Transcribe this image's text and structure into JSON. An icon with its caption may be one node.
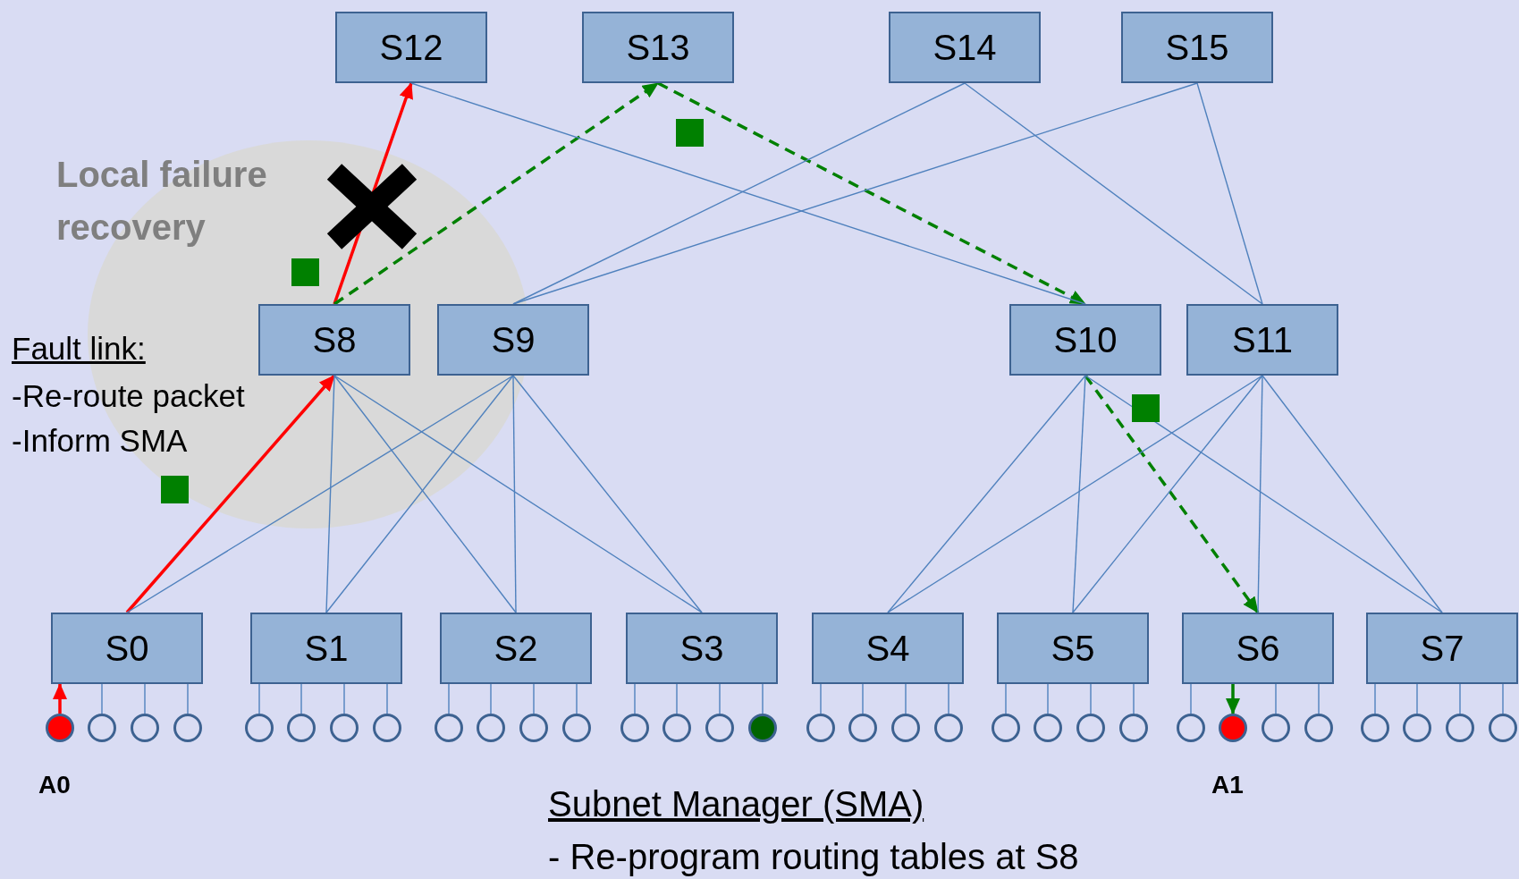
{
  "diagram": {
    "nodes": [
      {
        "text": [
          "S12"
        ]
      },
      {
        "text": [
          "S13"
        ]
      },
      {
        "text": [
          "S14"
        ]
      },
      {
        "text": [
          "S15"
        ]
      },
      {
        "text": [
          "S8"
        ]
      },
      {
        "text": [
          "S9"
        ]
      },
      {
        "text": [
          "S10"
        ]
      },
      {
        "text": [
          "S11"
        ]
      },
      {
        "text": [
          "S0"
        ]
      },
      {
        "text": [
          "S1"
        ]
      },
      {
        "text": [
          "S2"
        ]
      },
      {
        "text": [
          "S3"
        ]
      },
      {
        "text": [
          "S4"
        ]
      },
      {
        "text": [
          "S5"
        ]
      },
      {
        "text": [
          "S6"
        ]
      },
      {
        "text": [
          "S7"
        ]
      },
      {
        "text": [],
        "shape": "circle",
        "beside": [
          "A0"
        ]
      },
      {
        "text": [],
        "shape": "circle"
      },
      {
        "text": [],
        "shape": "circle"
      },
      {
        "text": [],
        "shape": "circle"
      },
      {
        "text": [],
        "shape": "circle"
      },
      {
        "text": [],
        "shape": "circle"
      },
      {
        "text": [],
        "shape": "circle"
      },
      {
        "text": [],
        "shape": "circle"
      },
      {
        "text": [],
        "shape": "circle"
      },
      {
        "text": [],
        "shape": "circle"
      },
      {
        "text": [],
        "shape": "circle"
      },
      {
        "text": [],
        "shape": "circle"
      },
      {
        "text": [],
        "shape": "circle"
      },
      {
        "text": [],
        "shape": "circle"
      },
      {
        "text": [],
        "shape": "circle"
      },
      {
        "text": [],
        "shape": "circle"
      },
      {
        "text": [],
        "shape": "circle"
      },
      {
        "text": [],
        "shape": "circle"
      },
      {
        "text": [],
        "shape": "circle"
      },
      {
        "text": [],
        "shape": "circle"
      },
      {
        "text": [],
        "shape": "circle"
      },
      {
        "text": [],
        "shape": "circle"
      },
      {
        "text": [],
        "shape": "circle"
      },
      {
        "text": [],
        "shape": "circle"
      },
      {
        "text": [],
        "shape": "circle"
      },
      {
        "text": [],
        "shape": "circle",
        "beside": [
          "A1"
        ]
      },
      {
        "text": [],
        "shape": "circle"
      },
      {
        "text": [],
        "shape": "circle"
      },
      {
        "text": [],
        "shape": "circle"
      },
      {
        "text": [],
        "shape": "circle"
      },
      {
        "text": [],
        "shape": "circle"
      },
      {
        "text": [],
        "shape": "circle"
      }
    ],
    "edges": [
      {
        "from": 8,
        "to": 4,
        "arrow": "to",
        "color": "#ff0000"
      },
      {
        "from": 4,
        "to": 0,
        "arrow": "to",
        "color": "#ff0000"
      },
      {
        "from": 4,
        "to": 1,
        "arrow": "to",
        "style": "dashed",
        "color": "#008000"
      },
      {
        "from": 1,
        "to": 6,
        "arrow": "to",
        "style": "dashed",
        "color": "#008000"
      },
      {
        "from": 6,
        "to": 14,
        "arrow": "to",
        "style": "dashed",
        "color": "#008000"
      },
      {
        "from": 16,
        "to": 8,
        "arrow": "to",
        "color": "#ff0000"
      },
      {
        "from": 14,
        "to": 41,
        "arrow": "to",
        "color": "#008000"
      },
      {
        "from": 0,
        "to": 6,
        "arrow": "none"
      },
      {
        "from": 2,
        "to": 5,
        "arrow": "none"
      },
      {
        "from": 2,
        "to": 7,
        "arrow": "none"
      },
      {
        "from": 3,
        "to": 5,
        "arrow": "none"
      },
      {
        "from": 3,
        "to": 7,
        "arrow": "none"
      },
      {
        "from": 4,
        "to": 9,
        "arrow": "none"
      },
      {
        "from": 4,
        "to": 10,
        "arrow": "none"
      },
      {
        "from": 4,
        "to": 11,
        "arrow": "none"
      },
      {
        "from": 5,
        "to": 8,
        "arrow": "none"
      },
      {
        "from": 5,
        "to": 9,
        "arrow": "none"
      },
      {
        "from": 5,
        "to": 10,
        "arrow": "none"
      },
      {
        "from": 5,
        "to": 11,
        "arrow": "none"
      },
      {
        "from": 6,
        "to": 12,
        "arrow": "none"
      },
      {
        "from": 6,
        "to": 13,
        "arrow": "none"
      },
      {
        "from": 6,
        "to": 15,
        "arrow": "none"
      },
      {
        "from": 7,
        "to": 12,
        "arrow": "none"
      },
      {
        "from": 7,
        "to": 13,
        "arrow": "none"
      },
      {
        "from": 7,
        "to": 14,
        "arrow": "none"
      },
      {
        "from": 7,
        "to": 15,
        "arrow": "none"
      },
      {
        "from": 8,
        "to": 17,
        "arrow": "none"
      },
      {
        "from": 8,
        "to": 18,
        "arrow": "none"
      },
      {
        "from": 8,
        "to": 19,
        "arrow": "none"
      },
      {
        "from": 9,
        "to": 20,
        "arrow": "none"
      },
      {
        "from": 9,
        "to": 21,
        "arrow": "none"
      },
      {
        "from": 9,
        "to": 22,
        "arrow": "none"
      },
      {
        "from": 9,
        "to": 23,
        "arrow": "none"
      },
      {
        "from": 10,
        "to": 24,
        "arrow": "none"
      },
      {
        "from": 10,
        "to": 25,
        "arrow": "none"
      },
      {
        "from": 10,
        "to": 26,
        "arrow": "none"
      },
      {
        "from": 10,
        "to": 27,
        "arrow": "none"
      },
      {
        "from": 11,
        "to": 28,
        "arrow": "none"
      },
      {
        "from": 11,
        "to": 29,
        "arrow": "none"
      },
      {
        "from": 11,
        "to": 30,
        "arrow": "none"
      },
      {
        "from": 11,
        "to": 31,
        "arrow": "none"
      },
      {
        "from": 12,
        "to": 32,
        "arrow": "none"
      },
      {
        "from": 12,
        "to": 33,
        "arrow": "none"
      },
      {
        "from": 12,
        "to": 34,
        "arrow": "none"
      },
      {
        "from": 12,
        "to": 35,
        "arrow": "none"
      },
      {
        "from": 13,
        "to": 36,
        "arrow": "none"
      },
      {
        "from": 13,
        "to": 37,
        "arrow": "none"
      },
      {
        "from": 13,
        "to": 38,
        "arrow": "none"
      },
      {
        "from": 13,
        "to": 39,
        "arrow": "none"
      },
      {
        "from": 14,
        "to": 40,
        "arrow": "none"
      },
      {
        "from": 14,
        "to": 42,
        "arrow": "none"
      },
      {
        "from": 14,
        "to": 43,
        "arrow": "none"
      },
      {
        "from": 15,
        "to": 44,
        "arrow": "none"
      },
      {
        "from": 15,
        "to": 45,
        "arrow": "none"
      },
      {
        "from": 15,
        "to": 46,
        "arrow": "none"
      },
      {
        "from": 15,
        "to": 47,
        "arrow": "none"
      }
    ],
    "labels": [
      "Local failure recovery",
      "Fault link:",
      "-Re-route packet",
      "-Inform SMA",
      "Subnet Manager (SMA)",
      "- Re-program routing tables at S8"
    ]
  }
}
